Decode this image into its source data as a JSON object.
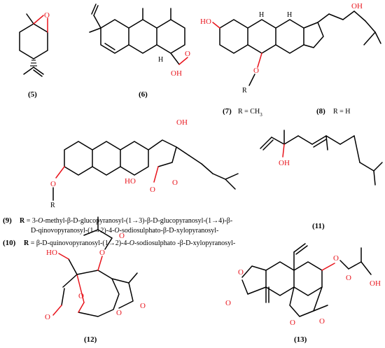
{
  "compounds": {
    "c5": {
      "label": "(5)"
    },
    "c6": {
      "label": "(6)"
    },
    "c7": {
      "label": "(7)",
      "r_def": "R = CH",
      "r_sub": "3"
    },
    "c8": {
      "label": "(8)",
      "r_def": "R = H"
    },
    "c9": {
      "label": "(9)",
      "r_key": "R",
      "r_eq": " = 3-",
      "r_o1": "O",
      "r_def": "-methyl-β-D-glucopyranosyl-(1→3)-β-D-glucopyranosyl-(1→4)-β-",
      "r_def2a": "D-qinovopyranosyl-(1→2)-4-",
      "r_o2": "O",
      "r_def2b": "-sodiosulphato-β-D-xylopyranosyl-"
    },
    "c10": {
      "label": "(10)",
      "r_key": "R",
      "r_eq": " = ",
      "r_def_a": "β-D-quinovopyranosyl-(1→2)-4-",
      "r_o": "O",
      "r_def_b": "-sodiosulphato -β-D-xylopyranosyl-"
    },
    "c11": {
      "label": "(11)"
    },
    "c12": {
      "label": "(12)"
    },
    "c13": {
      "label": "(13)"
    }
  },
  "atoms": {
    "o": "O",
    "h": "H",
    "oh": "OH",
    "ho": "HO",
    "r": "R"
  },
  "colors": {
    "oxygen": "#e8141c",
    "bond": "#000000"
  }
}
